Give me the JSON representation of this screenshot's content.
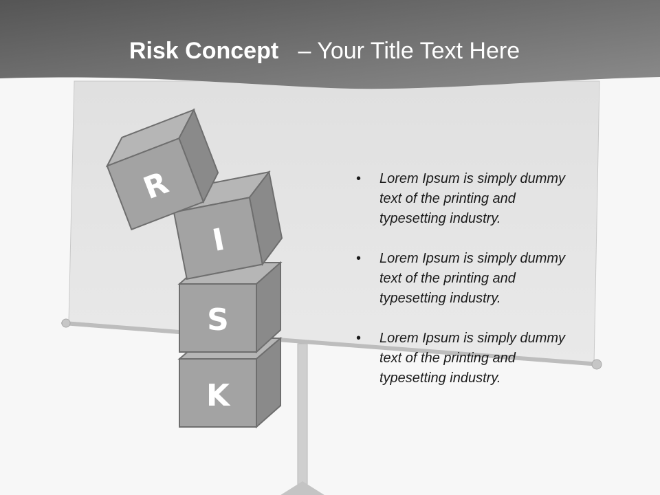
{
  "title": {
    "main": "Risk Concept",
    "separator": "–",
    "sub": "Your Title Text Here"
  },
  "blocks": {
    "letters": [
      "R",
      "I",
      "S",
      "K"
    ]
  },
  "bullets": [
    "Lorem Ipsum is simply dummy text of the printing and typesetting industry.",
    "Lorem Ipsum is simply dummy text of the printing and typesetting industry.",
    "Lorem Ipsum is simply dummy text of the printing and typesetting industry."
  ],
  "bullet_marker": "•",
  "colors": {
    "header_dark": "#5a5a5a",
    "header_light": "#8a8a8a",
    "screen": "#e2e2e2",
    "block_front": "#a3a3a3",
    "block_top": "#b6b6b6",
    "block_side": "#8a8a8a",
    "block_edge": "#6e6e6e"
  }
}
